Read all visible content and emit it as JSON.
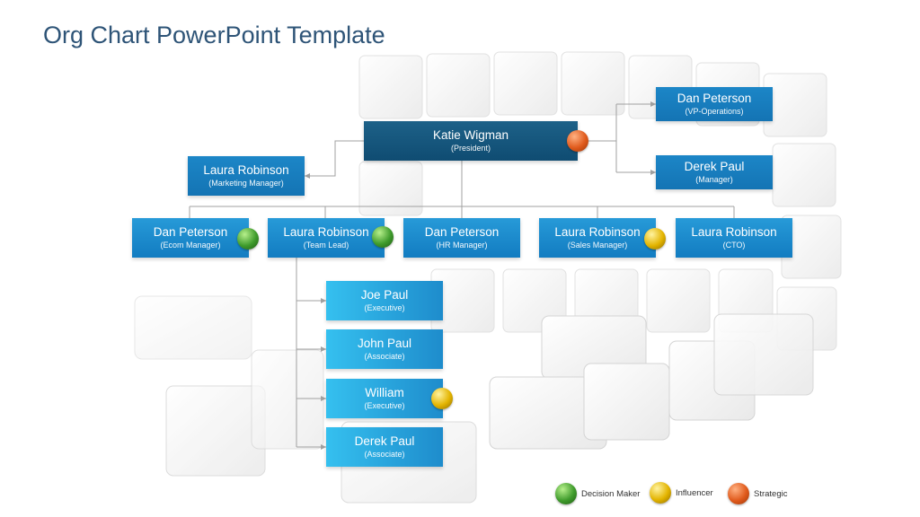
{
  "slide": {
    "title": "Org Chart PowerPoint Template"
  },
  "colors": {
    "title": "#2e5477",
    "president_box": "#0f4c72",
    "manager_box": "#1474b4",
    "team_box": "#127cc1",
    "member_box": "#1e8ccc",
    "connector": "#a0a0a0",
    "decision_maker": "#3a8f2a",
    "influencer": "#e0b000",
    "strategic": "#d0561a"
  },
  "org": {
    "president": {
      "name": "Katie Wigman",
      "role": "(President)",
      "indicator": "strategic"
    },
    "vp_operations": {
      "name": "Dan Peterson",
      "role": "(VP-Operations)"
    },
    "ops_manager": {
      "name": "Derek Paul",
      "role": "(Manager)"
    },
    "marketing_manager": {
      "name": "Laura Robinson",
      "role": "(Marketing Manager)"
    },
    "ecom_manager": {
      "name": "Dan Peterson",
      "role": "(Ecom Manager)",
      "indicator": "decision_maker"
    },
    "team_lead": {
      "name": "Laura Robinson",
      "role": "(Team Lead)",
      "indicator": "decision_maker"
    },
    "hr_manager": {
      "name": "Dan Peterson",
      "role": "(HR Manager)"
    },
    "sales_manager": {
      "name": "Laura Robinson",
      "role": "(Sales Manager)",
      "indicator": "influencer"
    },
    "cto": {
      "name": "Laura Robinson",
      "role": "(CTO)"
    },
    "team_members": [
      {
        "name": "Joe Paul",
        "role": "(Executive)"
      },
      {
        "name": "John Paul",
        "role": "(Associate)"
      },
      {
        "name": "William",
        "role": "(Executive)",
        "indicator": "influencer"
      },
      {
        "name": "Derek Paul",
        "role": "(Associate)"
      }
    ]
  },
  "legend": {
    "decision_maker": "Decision Maker",
    "influencer": "Influencer",
    "strategic": "Strategic"
  }
}
